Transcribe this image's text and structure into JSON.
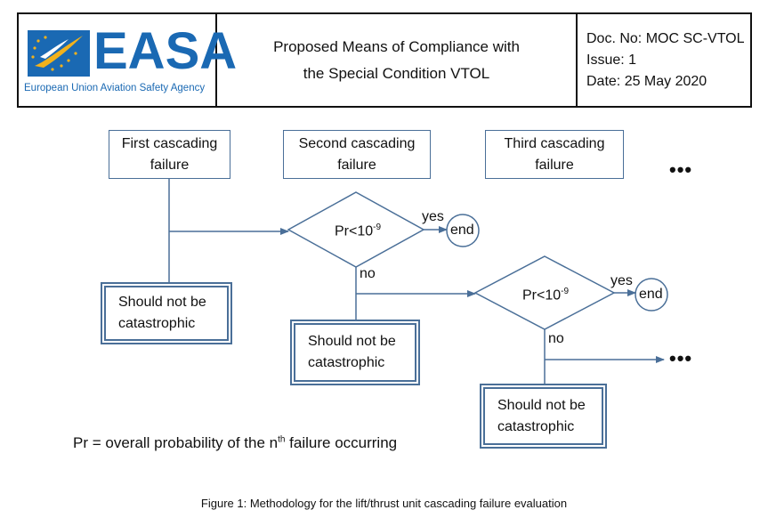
{
  "header": {
    "logo_word": "EASA",
    "logo_subtitle": "European Union Aviation Safety Agency",
    "title_line1": "Proposed Means of Compliance with",
    "title_line2": "the Special Condition VTOL",
    "doc_no": "Doc. No: MOC SC-VTOL",
    "issue": "Issue: 1",
    "date": "Date: 25 May 2020",
    "brand_color": "#1a69b3",
    "accent_color": "#f2b21c"
  },
  "diagram": {
    "stages": [
      {
        "line1": "First cascading",
        "line2": "failure"
      },
      {
        "line1": "Second cascading",
        "line2": "failure"
      },
      {
        "line1": "Third cascading",
        "line2": "failure"
      }
    ],
    "decision_label": "Pr<10",
    "decision_exp": "-9",
    "yes_label": "yes",
    "no_label": "no",
    "end_label": "end",
    "outcome_line1": "Should not  be",
    "outcome_line1_b": "Should not be",
    "outcome_line2": "catastrophic",
    "ellipsis": "•••",
    "line_color": "#4a6f98"
  },
  "note": {
    "prefix": "Pr = overall probability of the n",
    "sup": "th",
    "suffix": " failure occurring"
  },
  "caption": "Figure 1: Methodology for the lift/thrust unit cascading failure evaluation"
}
